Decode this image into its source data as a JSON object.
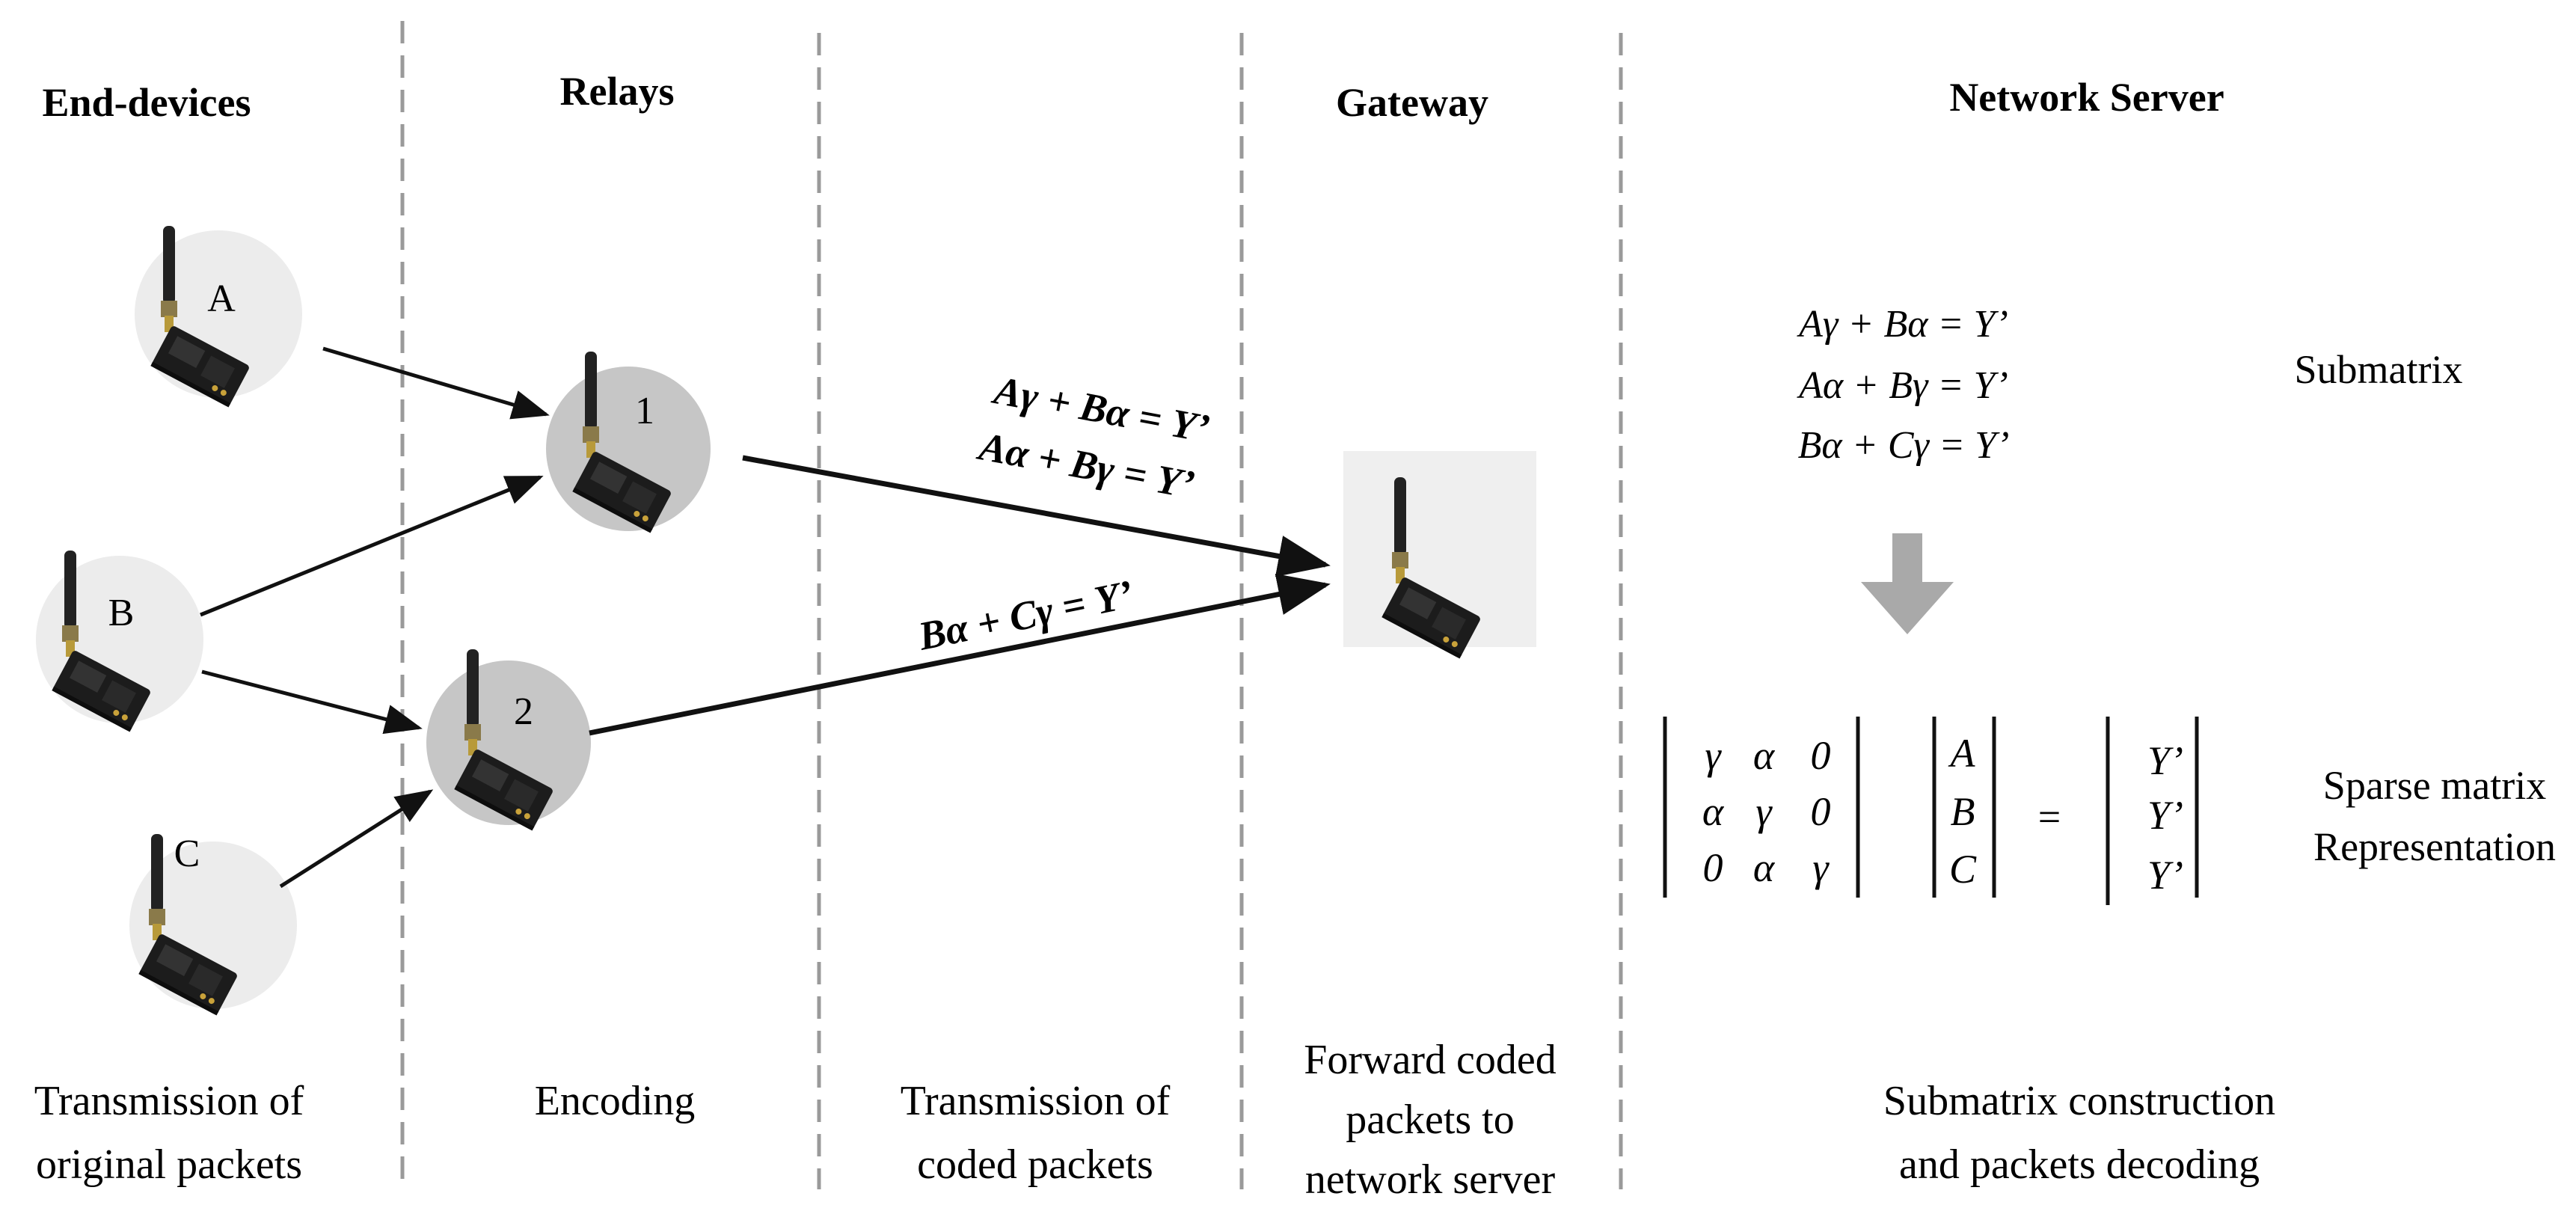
{
  "headers": {
    "end_devices": "End-devices",
    "relays": "Relays",
    "gateway": "Gateway",
    "network_server": "Network Server"
  },
  "nodes": {
    "device_a": "A",
    "device_b": "B",
    "device_c": "C",
    "relay_1": "1",
    "relay_2": "2"
  },
  "link_equations": {
    "relay1_eq1": "Aγ  + Bα = Y’",
    "relay1_eq2": "Aα  + Bγ = Y’",
    "relay2_eq1": "Bα + Cγ = Y’"
  },
  "server": {
    "eq1": "Aγ  + Bα = Y’",
    "eq2": "Aα  + Bγ = Y’",
    "eq3": "Bα + Cγ = Y’",
    "submatrix_label": "Submatrix",
    "sparse_label_1": "Sparse matrix",
    "sparse_label_2": "Representation",
    "matrix": [
      [
        "γ",
        "α",
        "0"
      ],
      [
        "α",
        "γ",
        "0"
      ],
      [
        "0",
        "α",
        "γ"
      ]
    ],
    "vector": [
      "A",
      "B",
      "C"
    ],
    "equals": "=",
    "result": [
      "Y’",
      "Y’",
      "Y’"
    ]
  },
  "captions": {
    "col1_line1": "Transmission of",
    "col1_line2": "original packets",
    "col2_line1": "Encoding",
    "col3_line1": "Transmission of",
    "col3_line2": "coded packets",
    "col4_line1": "Forward coded",
    "col4_line2": "packets to",
    "col4_line3": "network server",
    "col5_line1": "Submatrix construction",
    "col5_line2": "and packets decoding"
  },
  "colors": {
    "divider": "#9a9a9a",
    "device_circle": "#ececec",
    "relay_circle": "#c6c6c6",
    "gateway_box": "#efefef",
    "down_arrow": "#a9a9a9",
    "board": "#1a1a1a",
    "antenna": "#222222"
  }
}
